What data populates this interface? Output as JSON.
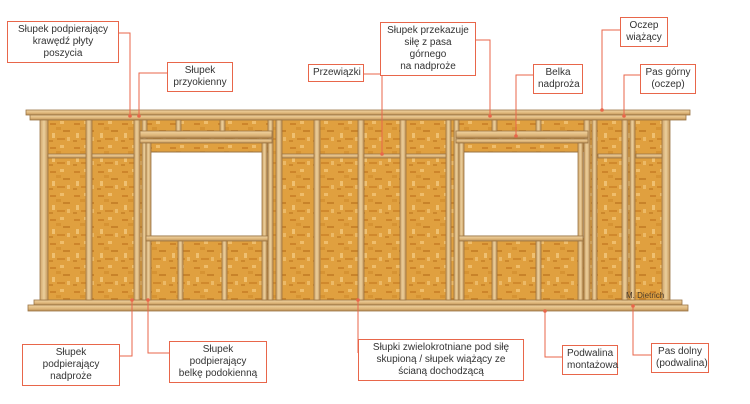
{
  "colors": {
    "callout_border": "#e8664a",
    "leader": "#e8664a",
    "wood": "#e9c890",
    "wood_edge": "#b08a55",
    "osb": "#e0a03f",
    "osb_speck": "#c57a22"
  },
  "labels": {
    "tl": "Słupek podpierający\nkrawędź płyty poszycia",
    "przyokienny": "Słupek\nprzyokienny",
    "przewiazki": "Przewiązki",
    "przekazuje": "Słupek przekazuje\nsiłę z pasa górnego\nna nadproże",
    "belka": "Belka\nnadproża",
    "oczep": "Oczep\nwiążący",
    "pas_gorny": "Pas górny\n(oczep)",
    "bl1": "Słupek podpierający\nnadproże",
    "bl2": "Słupek podpierający\nbelkę podokienną",
    "zwielokrotniane": "Słupki zwielokrotniane pod siłę\nskupioną / słupek wiążący ze\nścianą dochodzącą",
    "podwalina": "Podwalina\nmontażowa",
    "pas_dolny": "Pas dolny\n(podwalina)"
  },
  "credit": "M. Dietrich"
}
